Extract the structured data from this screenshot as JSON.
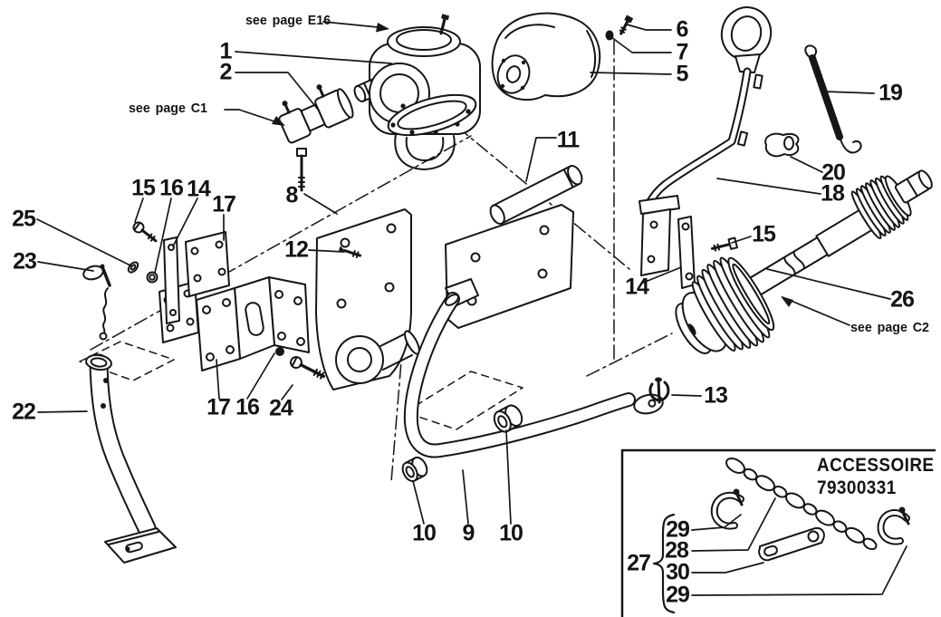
{
  "figure_type": "exploded-parts-diagram",
  "colors": {
    "ink": "#161616",
    "paper": "#ffffff"
  },
  "notes": {
    "e16": "see page E16",
    "c1": "see page C1",
    "c2": "see page C2"
  },
  "accessory": {
    "title": "ACCESSOIRE",
    "part_number": "79300331",
    "group_label": "27"
  },
  "callouts": [
    {
      "text": "1"
    },
    {
      "text": "2"
    },
    {
      "text": "5"
    },
    {
      "text": "6"
    },
    {
      "text": "7"
    },
    {
      "text": "8"
    },
    {
      "text": "9"
    },
    {
      "text": "10"
    },
    {
      "text": "10"
    },
    {
      "text": "11"
    },
    {
      "text": "12"
    },
    {
      "text": "13"
    },
    {
      "text": "14"
    },
    {
      "text": "14"
    },
    {
      "text": "15"
    },
    {
      "text": "15"
    },
    {
      "text": "16"
    },
    {
      "text": "16"
    },
    {
      "text": "17"
    },
    {
      "text": "17"
    },
    {
      "text": "18"
    },
    {
      "text": "19"
    },
    {
      "text": "20"
    },
    {
      "text": "22"
    },
    {
      "text": "23"
    },
    {
      "text": "24"
    },
    {
      "text": "25"
    },
    {
      "text": "26"
    },
    {
      "text": "27"
    },
    {
      "text": "28"
    },
    {
      "text": "29"
    },
    {
      "text": "29"
    },
    {
      "text": "30"
    }
  ]
}
